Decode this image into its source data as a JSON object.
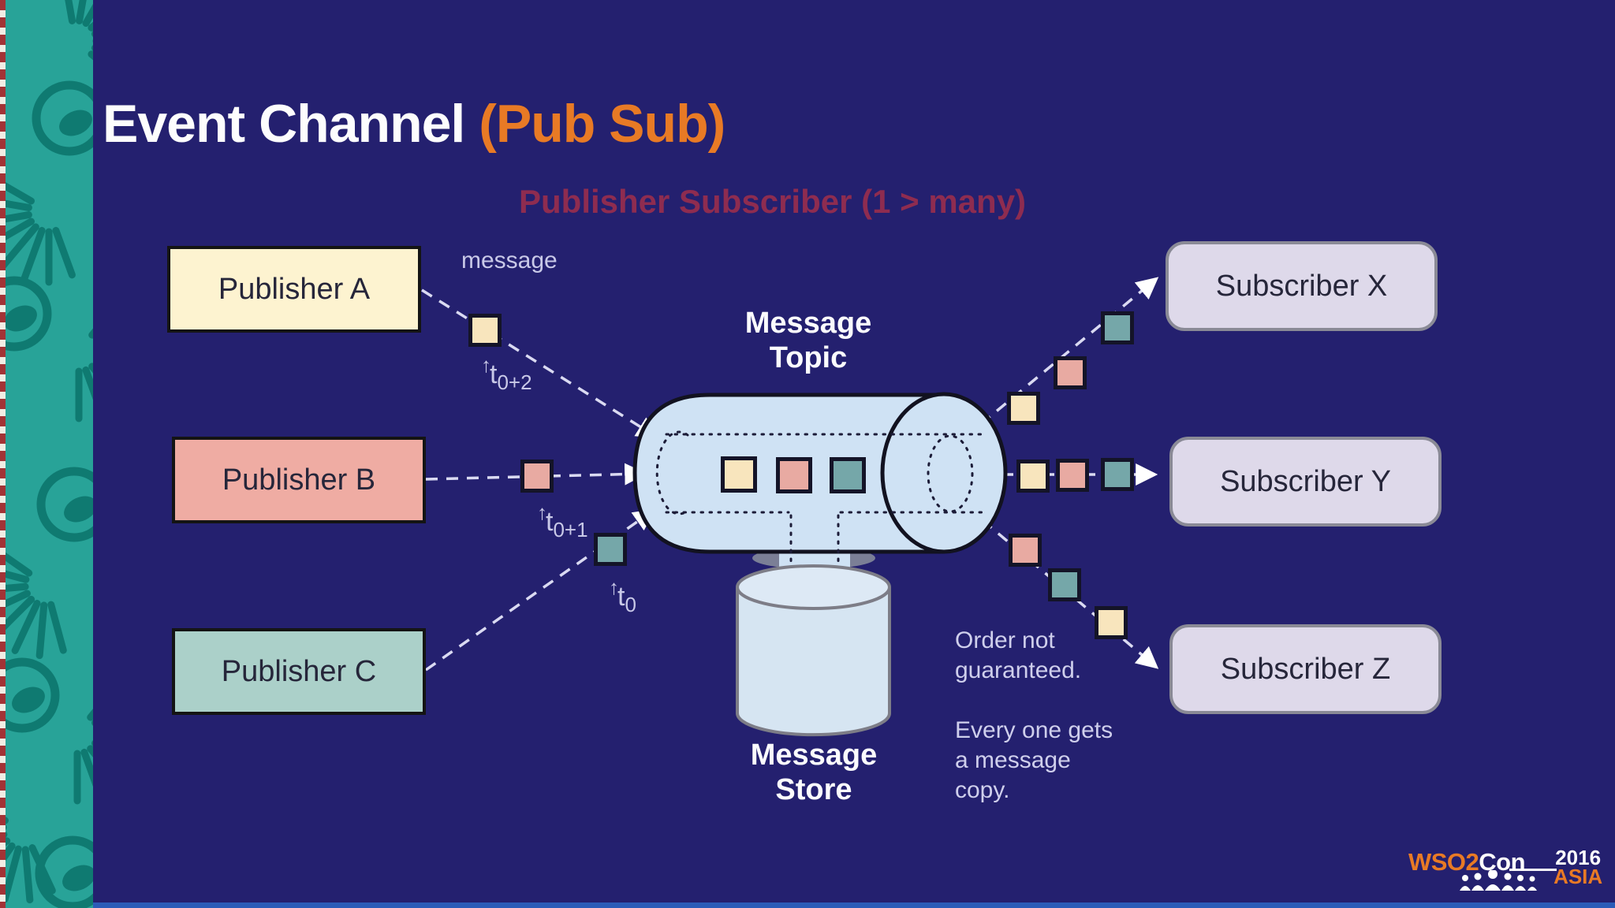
{
  "slide": {
    "title": {
      "main": "Event Channel ",
      "accent": "(Pub Sub)"
    },
    "subtitle": "Publisher Subscriber (1 > many)",
    "publishers": [
      {
        "label": "Publisher A"
      },
      {
        "label": "Publisher B"
      },
      {
        "label": "Publisher C"
      }
    ],
    "subscribers": [
      {
        "label": "Subscriber X"
      },
      {
        "label": "Subscriber Y"
      },
      {
        "label": "Subscriber Z"
      }
    ],
    "topic_label": "Message\nTopic",
    "store_label": "Message\nStore",
    "annotations": {
      "message": "message",
      "t2": {
        "base": "t",
        "sub": "0+2"
      },
      "t1": {
        "base": "t",
        "sub": "0+1"
      },
      "t0": {
        "base": "t",
        "sub": "0"
      },
      "note_order": "Order not\nguaranteed.",
      "note_copy": "Every one gets\na message\ncopy."
    },
    "icons": {
      "time_arrow": "↑"
    },
    "logo": {
      "wso2": "WSO2",
      "con": "Con",
      "year": "2016",
      "asia": "ASIA"
    },
    "colors": {
      "background": "#24206f",
      "title_white": "#fdfdfd",
      "accent_orange": "#e87a25",
      "subtitle_red": "#8e2c50",
      "publisher_a": "#fdf3d0",
      "publisher_b": "#efaca3",
      "publisher_c": "#abd0c9",
      "subscriber": "#ded9ea",
      "cylinder_blue": "#cfe2f4",
      "msg_cream": "#f8e5bd",
      "msg_pink": "#e8aaa2",
      "msg_teal": "#75a7a9",
      "strip_teal": "#28a398",
      "strip_dark": "#0f7a71",
      "bottom_bar": "#2b5cb8"
    }
  }
}
